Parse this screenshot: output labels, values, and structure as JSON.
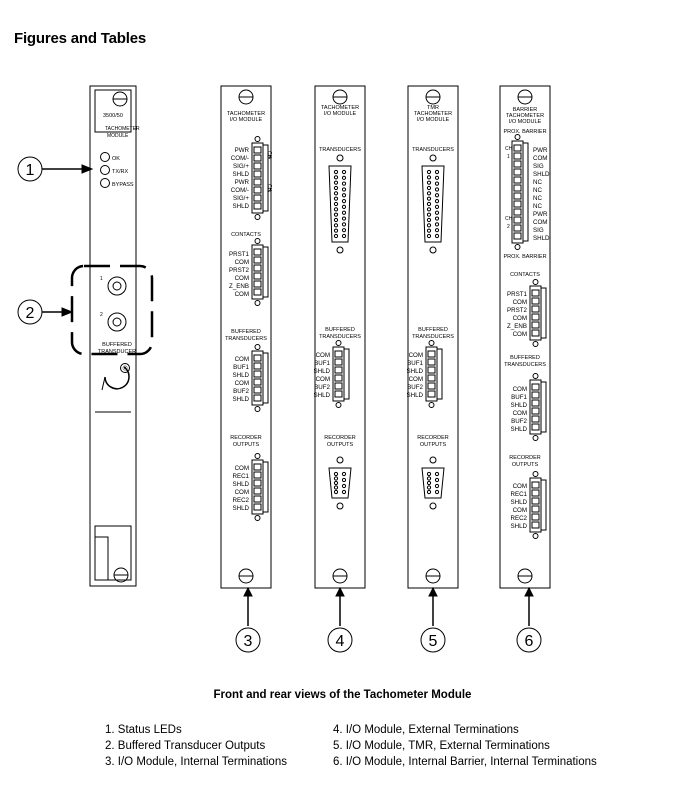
{
  "heading": "Figures and Tables",
  "caption": "Front and rear views of the Tachometer Module",
  "legend": {
    "left": [
      "1. Status LEDs",
      "2. Buffered Transducer Outputs",
      "3. I/O Module, Internal Terminations"
    ],
    "right": [
      "4. I/O Module, External Terminations",
      "5. I/O Module, TMR, External Terminations",
      "6. I/O Module, Internal Barrier, Internal Terminations"
    ]
  },
  "callouts": [
    "1",
    "2",
    "3",
    "4",
    "5",
    "6"
  ],
  "front_module": {
    "model": "3500/50",
    "title_line1": "TACHOMETER",
    "title_line2": "MODULE",
    "leds": [
      "OK",
      "TX/RX",
      "BYPASS"
    ],
    "channel_labels": [
      "1",
      "2"
    ],
    "connector_label_line1": "BUFFERED",
    "connector_label_line2": "TRANSDUCER",
    "registered_mark": "®"
  },
  "module3": {
    "title_line1": "TACHOMETER",
    "title_line2": "I/O MODULE",
    "side_labels": [
      "CH",
      "1",
      "CH",
      "2"
    ],
    "transducer_pins": [
      "PWR",
      "COM/-",
      "SIG/+",
      "SHLD",
      "PWR",
      "COM/-",
      "SIG/+",
      "SHLD"
    ],
    "contacts_title": "CONTACTS",
    "contacts_pins": [
      "PRST1",
      "COM",
      "PRST2",
      "COM",
      "Z_ENB",
      "COM"
    ],
    "buffered_title_line1": "BUFFERED",
    "buffered_title_line2": "TRANSDUCERS",
    "buffered_pins": [
      "COM",
      "BUF1",
      "SHLD",
      "COM",
      "BUF2",
      "SHLD"
    ],
    "recorder_title_line1": "RECORDER",
    "recorder_title_line2": "OUTPUTS",
    "recorder_pins": [
      "COM",
      "REC1",
      "SHLD",
      "COM",
      "REC2",
      "SHLD"
    ]
  },
  "module4": {
    "title_line1": "TACHOMETER",
    "title_line2": "I/O MODULE",
    "transducers_title": "TRANSDUCERS",
    "buffered_title_line1": "BUFFERED",
    "buffered_title_line2": "TRANSDUCERS",
    "buffered_pins": [
      "COM",
      "BUF1",
      "SHLD",
      "COM",
      "BUF2",
      "SHLD"
    ],
    "recorder_title_line1": "RECORDER",
    "recorder_title_line2": "OUTPUTS"
  },
  "module5": {
    "title_line1": "TMR",
    "title_line2": "TACHOMETER",
    "title_line3": "I/O MODULE",
    "transducers_title": "TRANSDUCERS",
    "buffered_title_line1": "BUFFERED",
    "buffered_title_line2": "TRANSDUCERS",
    "buffered_pins": [
      "COM",
      "BUF1",
      "SHLD",
      "COM",
      "BUF2",
      "SHLD"
    ],
    "recorder_title_line1": "RECORDER",
    "recorder_title_line2": "OUTPUTS"
  },
  "module6": {
    "title_line1": "BARRIER",
    "title_line2": "TACHOMETER",
    "title_line3": "I/O MODULE",
    "prox_barrier_top": "PROX. BARRIER",
    "prox_barrier_bottom": "PROX. BARRIER",
    "side_labels": [
      "CH",
      "1",
      "CH",
      "2"
    ],
    "barrier_pins": [
      "PWR",
      "COM",
      "SIG",
      "SHLD",
      "NC",
      "NC",
      "NC",
      "NC",
      "PWR",
      "COM",
      "SIG",
      "SHLD"
    ],
    "contacts_title": "CONTACTS",
    "contacts_pins": [
      "PRST1",
      "COM",
      "PRST2",
      "COM",
      "Z_ENB",
      "COM"
    ],
    "buffered_title_line1": "BUFFERED",
    "buffered_title_line2": "TRANSDUCERS",
    "buffered_pins": [
      "COM",
      "BUF1",
      "SHLD",
      "COM",
      "BUF2",
      "SHLD"
    ],
    "recorder_title_line1": "RECORDER",
    "recorder_title_line2": "OUTPUTS",
    "recorder_pins": [
      "COM",
      "REC1",
      "SHLD",
      "COM",
      "REC2",
      "SHLD"
    ]
  }
}
